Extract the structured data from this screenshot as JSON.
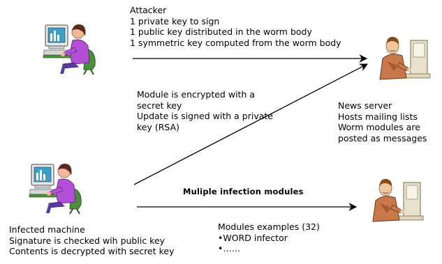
{
  "attacker_block": {
    "title": "Attacker",
    "lines": [
      "1 private key to sign",
      "1 public key distributed in the worm body",
      "1 symmetric key computed from the worm body"
    ]
  },
  "module_block": {
    "lines": [
      "Module is encrypted with a",
      "secret key",
      "Update is signed with a private",
      "key (RSA)"
    ]
  },
  "news_server_block": {
    "lines": [
      "News server",
      "Hosts mailing lists",
      "Worm modules are",
      "posted as messages"
    ]
  },
  "multiple_modules_label": "Muliple infection modules",
  "infected_block": {
    "lines": [
      "Infected machine",
      "Signature is checked wih public key",
      "Contents is decrypted with secret key"
    ]
  },
  "modules_examples_block": {
    "lines": [
      "Modules examples (32)",
      "•WORD infector",
      "•……"
    ]
  },
  "icons": {
    "attacker": "woman-at-computer-icon",
    "infected": "woman-at-computer-icon",
    "news_server": "man-at-desk-icon",
    "module_host": "man-at-desk-icon"
  },
  "colors": {
    "skin": "#f5b79a",
    "shirt_woman": "#b34fd6",
    "hair_woman": "#5a2a1a",
    "chair": "#4a8f3a",
    "monitor_screen": "#3aa0c8",
    "man_skin": "#f0c8a0",
    "man_hair": "#8a4a20",
    "desk": "#e0d6b8"
  }
}
